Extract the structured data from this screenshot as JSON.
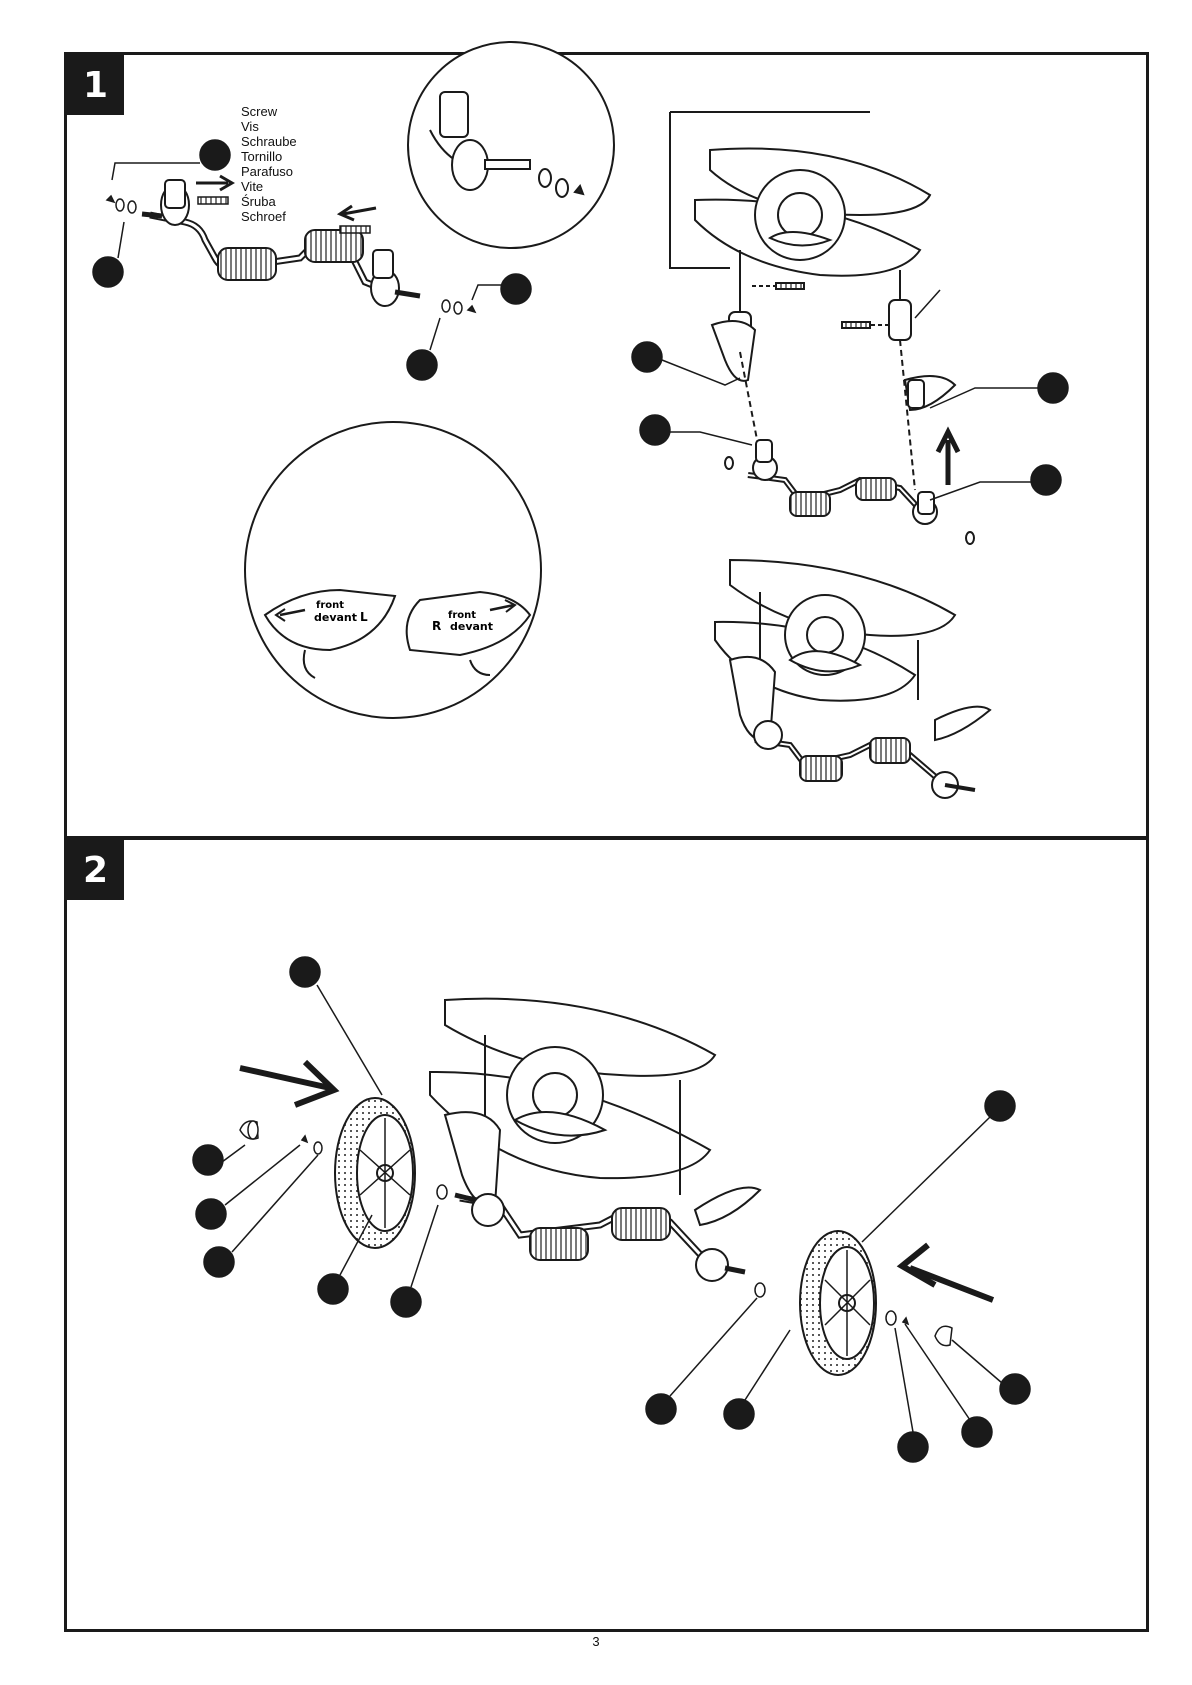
{
  "steps": [
    {
      "number": "1"
    },
    {
      "number": "2"
    }
  ],
  "screw_labels": [
    "Screw",
    "Vis",
    "Schraube",
    "Tornillo",
    "Parafuso",
    "Vite",
    "Śruba",
    "Schroef"
  ],
  "fender_labels": {
    "left": {
      "line1": "front",
      "line2": "devant",
      "side": "L"
    },
    "right": {
      "line1": "front",
      "line2": "devant",
      "side": "R"
    }
  },
  "page_number": "3"
}
